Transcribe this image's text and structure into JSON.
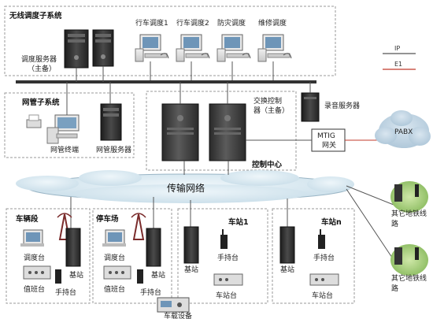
{
  "wireless_subsystem": {
    "title": "无线调度子系统",
    "server_label_1": "调度服务器",
    "server_label_2": "（主备）",
    "consoles": [
      "行车调度1",
      "行车调度2",
      "防灾调度",
      "维修调度"
    ]
  },
  "legend": {
    "ip": "IP",
    "e1": "E1"
  },
  "nms_subsystem": {
    "title": "网管子系统",
    "terminal": "网管终端",
    "server": "网管服务器"
  },
  "control_center": {
    "title": "控制中心",
    "switch_label_1": "交换控制",
    "switch_label_2": "器（主备）",
    "recorder": "录音服务器",
    "gateway_1": "MTIG",
    "gateway_2": "网关",
    "pabx": "PABX"
  },
  "network": {
    "label": "传输网络"
  },
  "other_lines": [
    {
      "line1": "其它地铁线",
      "line2": "路"
    },
    {
      "line1": "其它地铁线",
      "line2": "路"
    }
  ],
  "depot": {
    "title": "车辆段",
    "console": "调度台",
    "duty": "值班台",
    "base": "基站",
    "handheld": "手持台"
  },
  "yard": {
    "title": "停车场",
    "console": "调度台",
    "duty": "值班台",
    "base": "基站",
    "handheld": "手持台"
  },
  "station1": {
    "title": "车站1",
    "base": "基站",
    "handheld": "手持台",
    "station_unit": "车站台"
  },
  "station_n": {
    "title": "车站n",
    "base": "基站",
    "handheld": "手持台",
    "station_unit": "车站台"
  },
  "onboard": {
    "label": "车载设备"
  },
  "colors": {
    "ip_line": "#555555",
    "e1_line": "#c0392b",
    "cloud": "#cfe3ee",
    "tower": "#7a2b2b",
    "green": "#98c76a"
  }
}
